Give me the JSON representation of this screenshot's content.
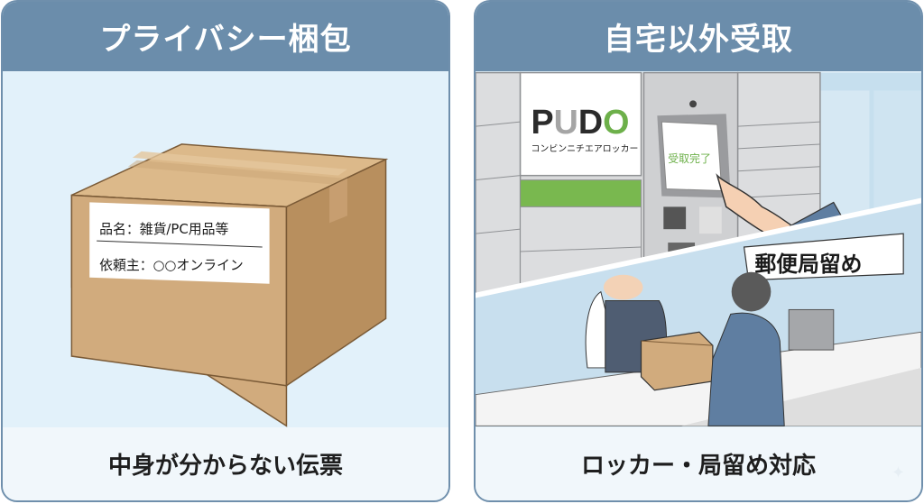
{
  "panels": [
    {
      "id": "privacy-packaging",
      "title": "プライバシー梱包",
      "caption": "中身が分からない伝票",
      "illustration": {
        "type": "cardboard-box",
        "shipping_label": {
          "line1": "品名：雑貨/PC用品等",
          "line2": "依頼主：○○オンライン"
        }
      }
    },
    {
      "id": "non-home-pickup",
      "title": "自宅以外受取",
      "caption": "ロッカー・局留め対応",
      "illustration": {
        "type": "locker-and-post-office",
        "locker_brand": "PUDO",
        "locker_brand_letters": [
          "P",
          "U",
          "D",
          "O"
        ],
        "locker_subtitle": "コンビンニチエアロッカー",
        "screen_text": "受取完了",
        "post_office_sign": "郵便局留め"
      }
    }
  ],
  "colors": {
    "header_bg": "#6b8dab",
    "panel_border": "#6f8fac",
    "panel_body_bg": "#e2f1fa",
    "footer_bg": "#f1f7fb",
    "box_front": "#d1ab7d",
    "box_side": "#b88f5e",
    "box_top": "#dcb98a",
    "pudo_dark": "#2b2b2b",
    "pudo_gray": "#a5a5a5",
    "pudo_green": "#6db04a",
    "locker_gray": "#d9dadb",
    "uniform_navy": "#4f5d72",
    "jacket_blue": "#5f7ea1"
  }
}
